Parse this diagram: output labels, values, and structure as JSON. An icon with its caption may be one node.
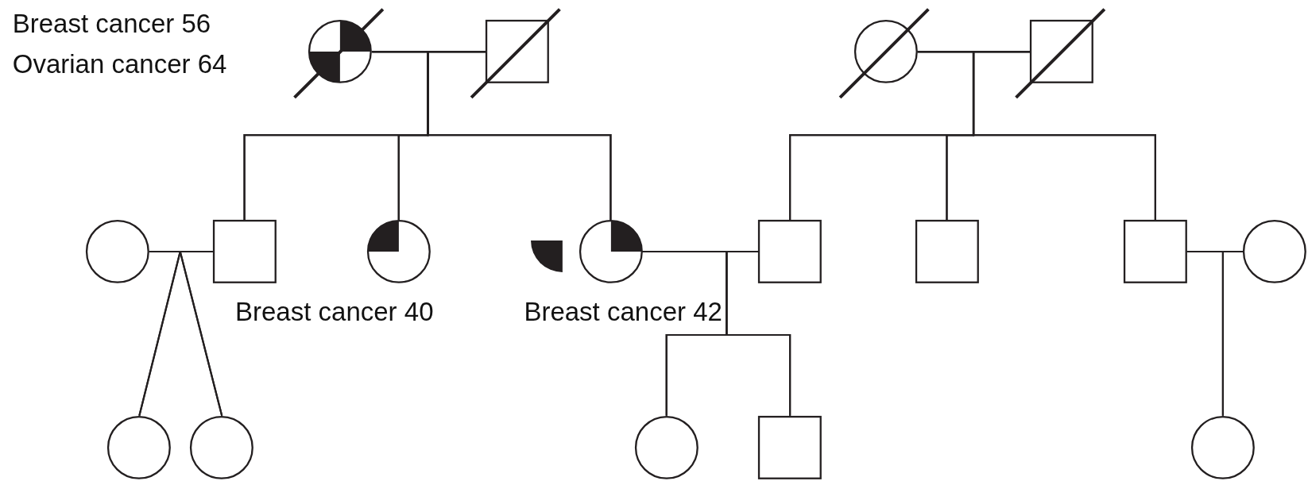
{
  "diagram": {
    "nodes": [
      {
        "text": [],
        "shape": "circle",
        "beside": [
          "Breast cancer 56",
          "Ovarian cancer 64"
        ]
      },
      {
        "text": [],
        "shape": "box"
      },
      {
        "text": [],
        "shape": "circle"
      },
      {
        "text": [],
        "shape": "box"
      },
      {
        "text": [],
        "shape": "circle"
      },
      {
        "text": [],
        "shape": "box"
      },
      {
        "text": [],
        "shape": "circle",
        "beside": [
          "Breast cancer 40"
        ]
      },
      {
        "text": [],
        "shape": "quadrant"
      },
      {
        "text": [],
        "shape": "circle",
        "beside": [
          "Breast cancer 42"
        ]
      },
      {
        "text": [],
        "shape": "box"
      },
      {
        "text": [],
        "shape": "box"
      },
      {
        "text": [],
        "shape": "box"
      },
      {
        "text": [],
        "shape": "circle"
      },
      {
        "text": [],
        "shape": "circle"
      },
      {
        "text": [],
        "shape": "circle"
      },
      {
        "text": [],
        "shape": "circle"
      },
      {
        "text": [],
        "shape": "box"
      },
      {
        "text": [],
        "shape": "circle"
      }
    ],
    "edges": [
      {
        "from": 0,
        "to": 1,
        "arrow": "none"
      },
      {
        "from": 2,
        "to": 3,
        "arrow": "none"
      },
      {
        "from": 0,
        "to": 5,
        "arrow": "none"
      },
      {
        "from": 1,
        "to": 5,
        "arrow": "none"
      },
      {
        "from": 0,
        "to": 6,
        "arrow": "none"
      },
      {
        "from": 1,
        "to": 6,
        "arrow": "none"
      },
      {
        "from": 0,
        "to": 8,
        "arrow": "none"
      },
      {
        "from": 1,
        "to": 8,
        "arrow": "none"
      },
      {
        "from": 2,
        "to": 9,
        "arrow": "none"
      },
      {
        "from": 3,
        "to": 9,
        "arrow": "none"
      },
      {
        "from": 2,
        "to": 10,
        "arrow": "none"
      },
      {
        "from": 3,
        "to": 10,
        "arrow": "none"
      },
      {
        "from": 2,
        "to": 11,
        "arrow": "none"
      },
      {
        "from": 3,
        "to": 11,
        "arrow": "none"
      },
      {
        "from": 4,
        "to": 5,
        "arrow": "none"
      },
      {
        "from": 8,
        "to": 9,
        "arrow": "none"
      },
      {
        "from": 11,
        "to": 12,
        "arrow": "none"
      },
      {
        "from": 4,
        "to": 13,
        "arrow": "none"
      },
      {
        "from": 5,
        "to": 13,
        "arrow": "none"
      },
      {
        "from": 4,
        "to": 14,
        "arrow": "none"
      },
      {
        "from": 5,
        "to": 14,
        "arrow": "none"
      },
      {
        "from": 8,
        "to": 15,
        "arrow": "none"
      },
      {
        "from": 9,
        "to": 15,
        "arrow": "none"
      },
      {
        "from": 8,
        "to": 16,
        "arrow": "none"
      },
      {
        "from": 9,
        "to": 16,
        "arrow": "none"
      },
      {
        "from": 11,
        "to": 17,
        "arrow": "none"
      },
      {
        "from": 12,
        "to": 17,
        "arrow": "none"
      }
    ]
  }
}
